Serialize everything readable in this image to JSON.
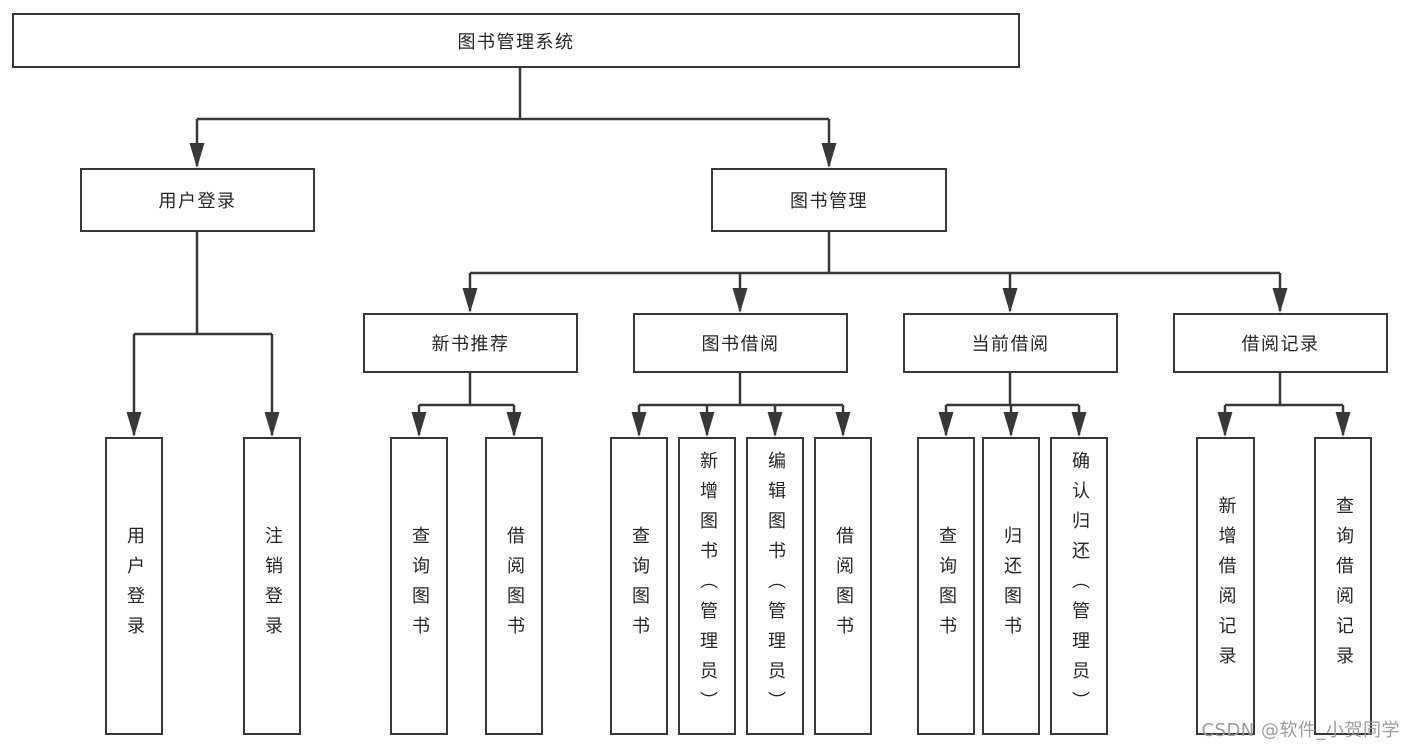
{
  "tree": {
    "label": "图书管理系统",
    "children": [
      {
        "label": "用户登录",
        "children": [
          {
            "label": "用户登录"
          },
          {
            "label": "注销登录"
          }
        ]
      },
      {
        "label": "图书管理",
        "children": [
          {
            "label": "新书推荐",
            "children": [
              {
                "label": "查询图书"
              },
              {
                "label": "借阅图书"
              }
            ]
          },
          {
            "label": "图书借阅",
            "children": [
              {
                "label": "查询图书"
              },
              {
                "label": "新增图书（管理员）"
              },
              {
                "label": "编辑图书（管理员）"
              },
              {
                "label": "借阅图书"
              }
            ]
          },
          {
            "label": "当前借阅",
            "children": [
              {
                "label": "查询图书"
              },
              {
                "label": "归还图书"
              },
              {
                "label": "确认归还（管理员）"
              }
            ]
          },
          {
            "label": "借阅记录",
            "children": [
              {
                "label": "新增借阅记录"
              },
              {
                "label": "查询借阅记录"
              }
            ]
          }
        ]
      }
    ]
  },
  "watermark": {
    "text": "CSDN @软件_小贺同学"
  },
  "colors": {
    "line": "#383838",
    "text": "#262626",
    "watermark": "#9c9c9c",
    "background": "#ffffff"
  }
}
